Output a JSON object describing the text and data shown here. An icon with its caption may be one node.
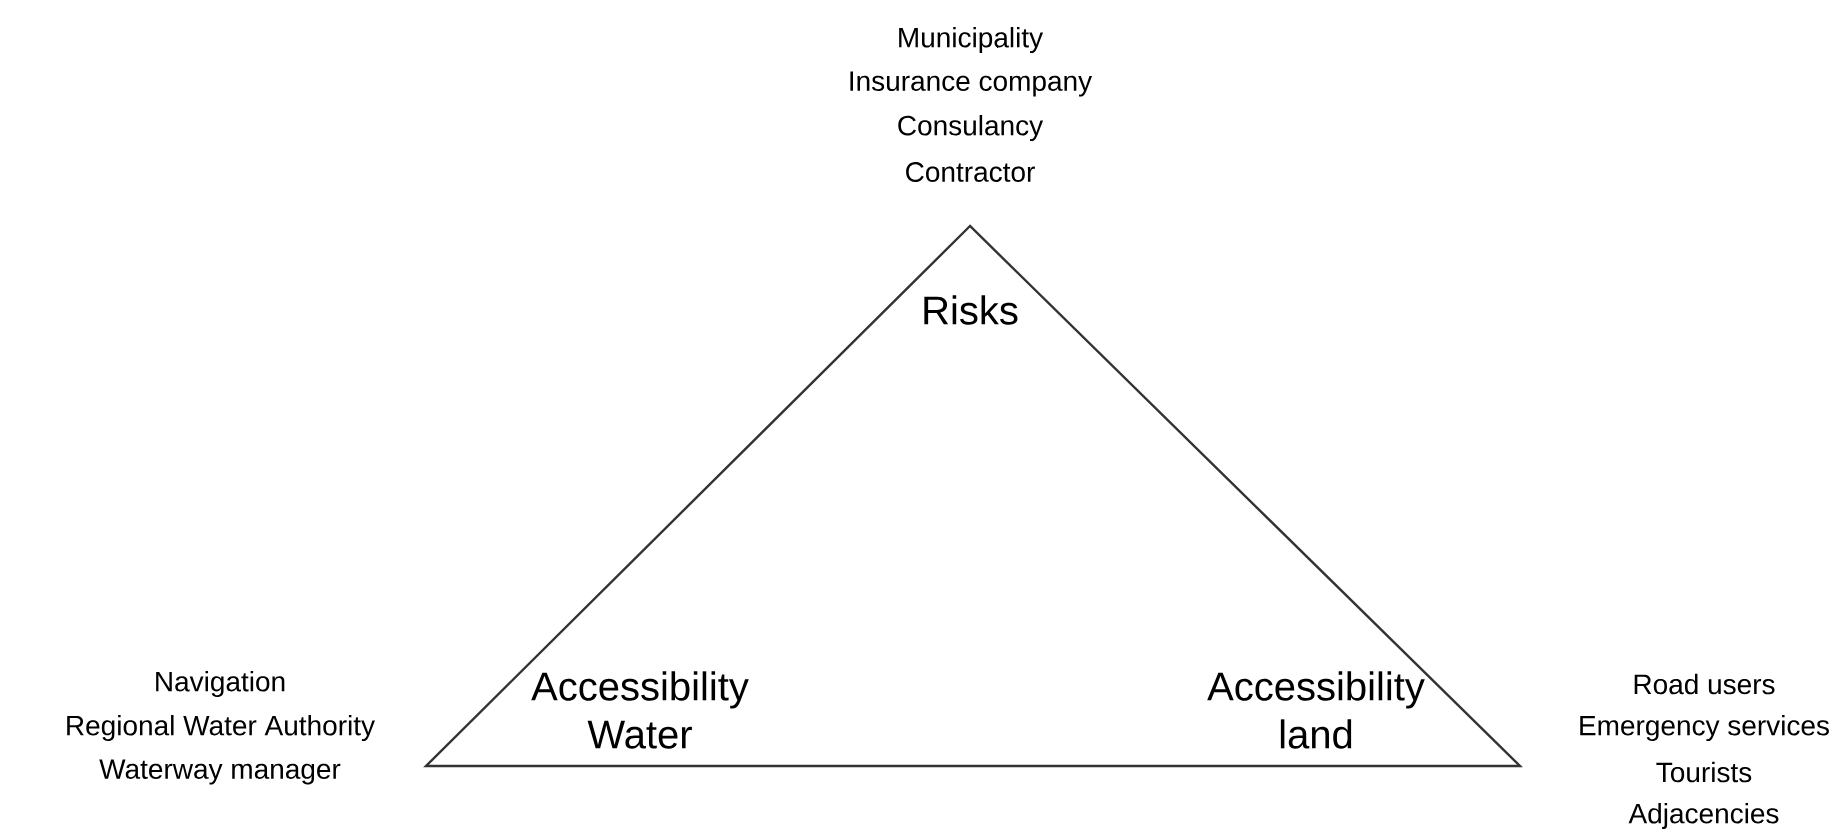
{
  "diagram": {
    "nodes": [
      {
        "text": [
          "Risks",
          "Accessibility Water",
          "Accessibility land"
        ]
      }
    ],
    "labels": [
      "Municipality",
      "Insurance company",
      "Consulancy",
      "Contractor",
      "Navigation",
      "Regional Water Authority",
      "Waterway manager",
      "Road users",
      "Emergency services",
      "Tourists",
      "Adjacencies"
    ]
  }
}
